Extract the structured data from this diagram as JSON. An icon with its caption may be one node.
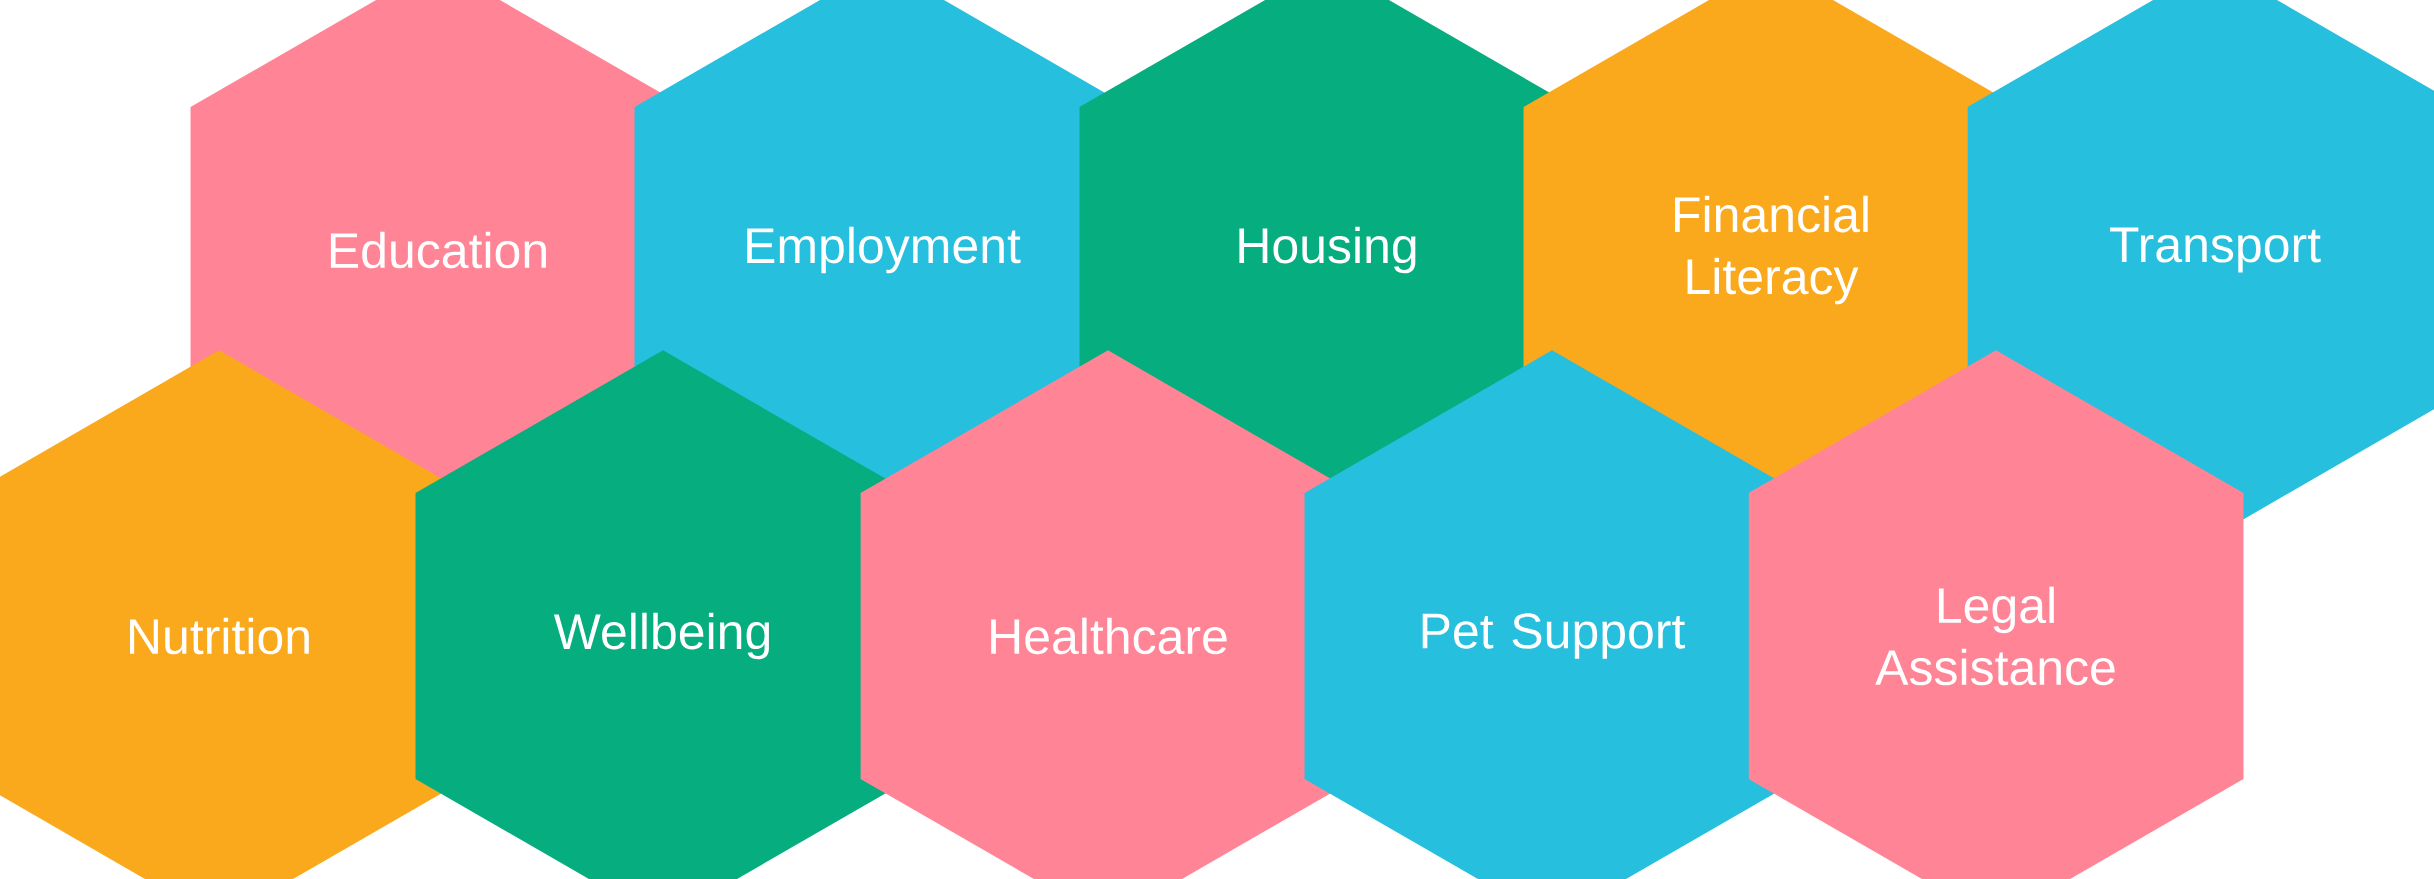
{
  "diagram": {
    "nodes": [
      {
        "text": [
          "Education"
        ]
      },
      {
        "text": [
          "Employment"
        ]
      },
      {
        "text": [
          "Housing"
        ]
      },
      {
        "text": [
          "Financial Literacy"
        ]
      },
      {
        "text": [
          "Transport"
        ]
      },
      {
        "text": [
          "Nutrition"
        ]
      },
      {
        "text": [
          "Wellbeing"
        ]
      },
      {
        "text": [
          "Healthcare"
        ]
      },
      {
        "text": [
          "Pet Support"
        ]
      },
      {
        "text": [
          "Legal Assistance"
        ]
      }
    ]
  }
}
